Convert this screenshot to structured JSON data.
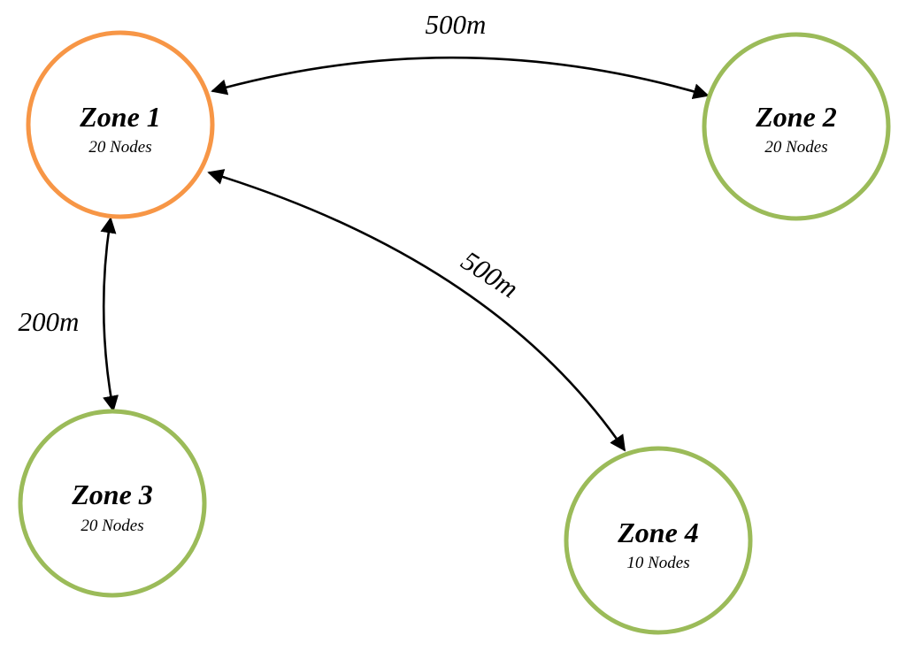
{
  "zones": [
    {
      "id": "zone1",
      "name": "Zone 1",
      "nodes": "20 Nodes",
      "color": "#F79646"
    },
    {
      "id": "zone2",
      "name": "Zone 2",
      "nodes": "20 Nodes",
      "color": "#9BBB59"
    },
    {
      "id": "zone3",
      "name": "Zone 3",
      "nodes": "20 Nodes",
      "color": "#9BBB59"
    },
    {
      "id": "zone4",
      "name": "Zone 4",
      "nodes": "10 Nodes",
      "color": "#9BBB59"
    }
  ],
  "links": [
    {
      "from": "Zone 1",
      "to": "Zone 2",
      "distance": "500m",
      "bidirectional": true
    },
    {
      "from": "Zone 1",
      "to": "Zone 3",
      "distance": "200m",
      "bidirectional": true
    },
    {
      "from": "Zone 1",
      "to": "Zone 4",
      "distance": "500m",
      "bidirectional": true
    }
  ],
  "colors": {
    "arrow": "#000000",
    "text": "#000000",
    "background": "#FFFFFF"
  }
}
